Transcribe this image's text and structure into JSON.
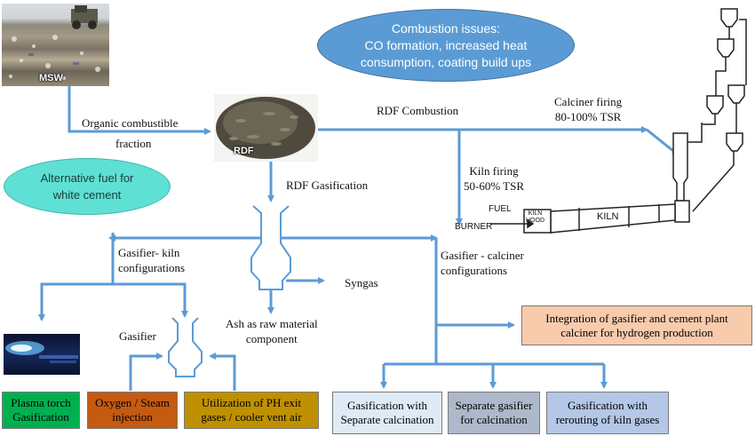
{
  "ellipses": {
    "combustion_issues": {
      "title": "Combustion issues:",
      "line1": "CO formation, increased heat",
      "line2": "consumption, coating build ups"
    },
    "alternative_fuel": {
      "line1": "Alternative fuel for",
      "line2": "white cement"
    }
  },
  "images": {
    "msw": "MSW",
    "rdf": "RDF"
  },
  "labels": {
    "organic_line1": "Organic combustible",
    "organic_line2": "fraction",
    "rdf_combustion": "RDF Combustion",
    "rdf_gasification": "RDF Gasification",
    "calciner_firing_line1": "Calciner firing",
    "calciner_firing_line2": "80-100% TSR",
    "kiln_firing_line1": "Kiln firing",
    "kiln_firing_line2": "50-60% TSR",
    "gasifier_kiln_line1": "Gasifier- kiln",
    "gasifier_kiln_line2": "configurations",
    "gasifier_calciner_line1": "Gasifier - calciner",
    "gasifier_calciner_line2": "configurations",
    "syngas": "Syngas",
    "ash_line1": "Ash as raw material",
    "ash_line2": "component",
    "gasifier": "Gasifier"
  },
  "plant": {
    "fuel": "FUEL",
    "burner": "BURNER",
    "kiln_hood_line1": "KILN",
    "kiln_hood_line2": "HOOD",
    "kiln": "KILN"
  },
  "boxes": {
    "plasma": {
      "line1": "Plasma torch",
      "line2": "Gasification",
      "color": "#00b050"
    },
    "oxygen": {
      "line1": "Oxygen / Steam",
      "line2": "injection",
      "color": "#c55a11"
    },
    "utilization": {
      "line1": "Utilization of PH exit",
      "line2": "gases / cooler vent air",
      "color": "#bf9000"
    },
    "integration": {
      "line1": "Integration of gasifier and cement plant",
      "line2": "calciner for hydrogen production",
      "color": "#f8cbad"
    },
    "separate_calcination": {
      "line1": "Gasification with",
      "line2": "Separate calcination",
      "color": "#deebf7"
    },
    "separate_gasifier": {
      "line1": "Separate gasifier",
      "line2": "for calcination",
      "color": "#adb9ca"
    },
    "rerouting": {
      "line1": "Gasification with",
      "line2": "rerouting of kiln gases",
      "color": "#b4c7e7"
    }
  },
  "colors": {
    "arrow": "#5b9bd5",
    "combustion_ellipse": "#5b9bd5",
    "fuel_ellipse": "#5fe0d4"
  }
}
